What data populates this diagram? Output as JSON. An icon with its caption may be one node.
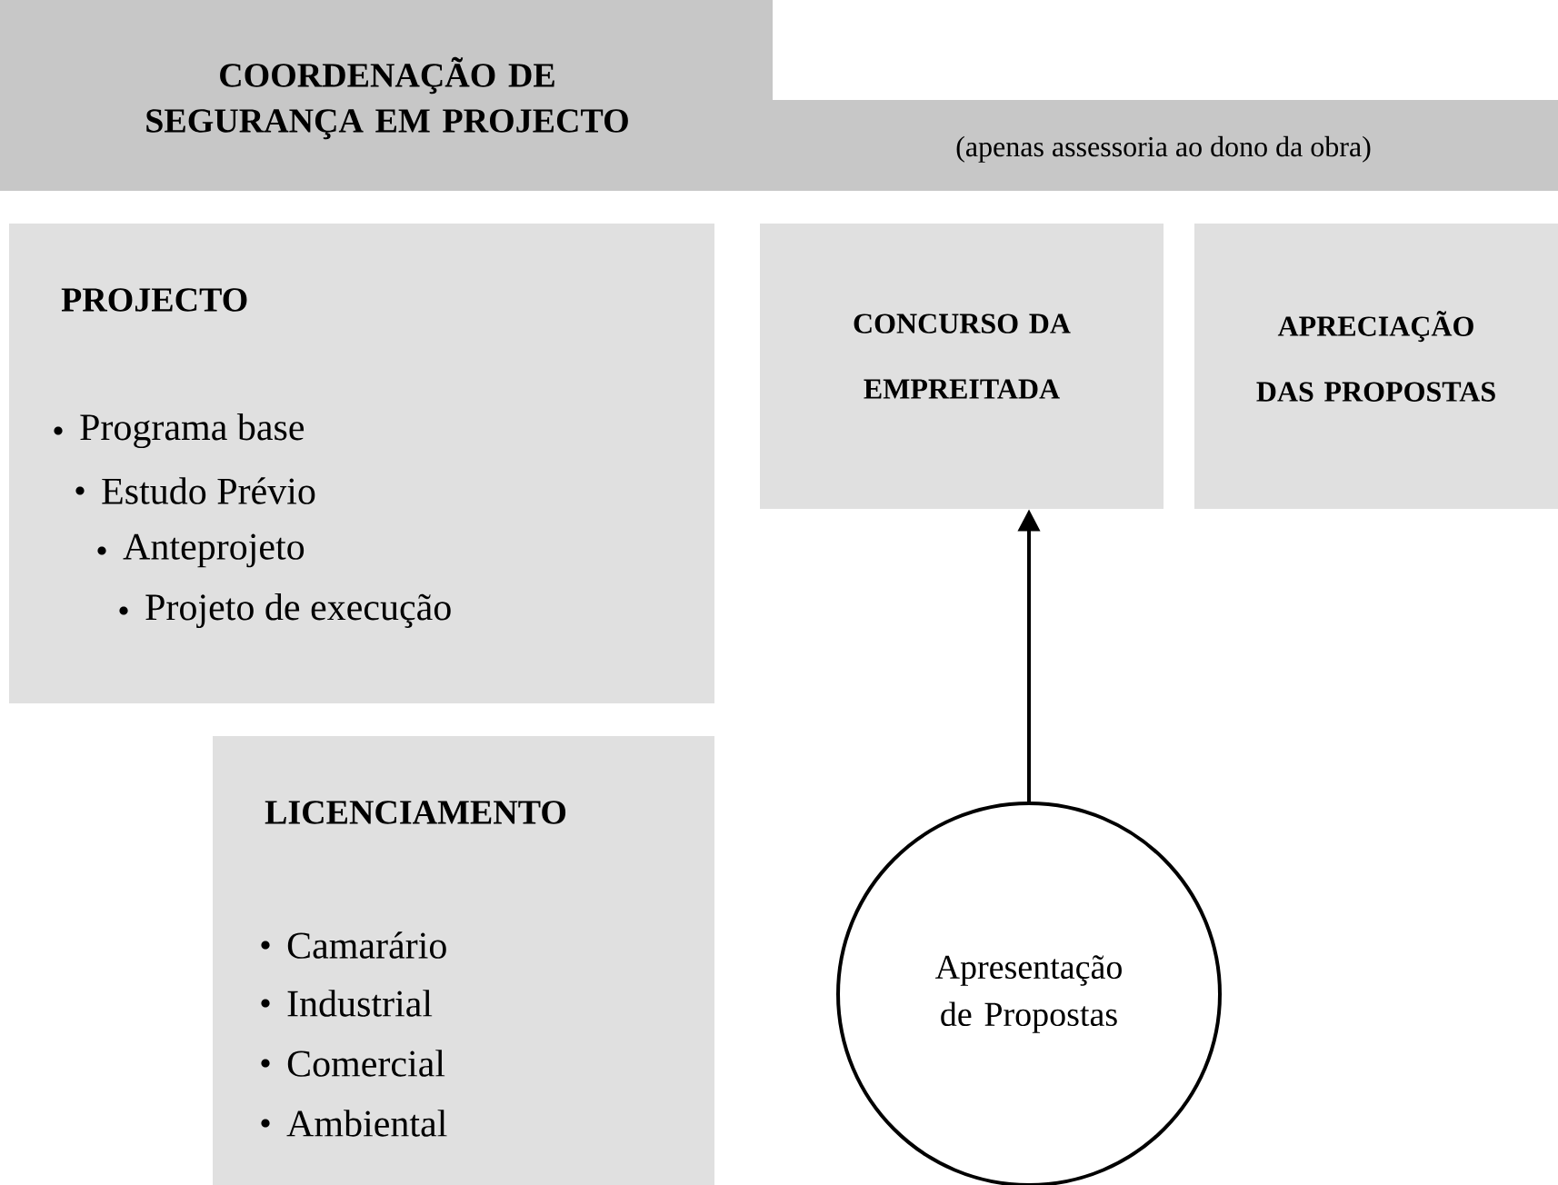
{
  "diagram": {
    "nodes": [
      {
        "text": [
          "COORDENAÇÃO DE SEGURANÇA EM PROJECTO",
          "(apenas assessoria ao dono da obra)"
        ]
      },
      {
        "text": [
          "PROJECTO",
          "Programa base",
          "Estudo Prévio",
          "Anteprojeto",
          "Projeto de execução"
        ]
      },
      {
        "text": [
          "LICENCIAMENTO",
          "Camarário",
          "Industrial",
          "Comercial",
          "Ambiental"
        ]
      },
      {
        "text": [
          "CONCURSO DA EMPREITADA"
        ]
      },
      {
        "text": [
          "APRECIAÇÃO DAS PROPOSTAS"
        ]
      },
      {
        "text": [
          "Apresentação de Propostas"
        ]
      }
    ],
    "edges": [
      {
        "from": 5,
        "to": 3,
        "arrow": "to"
      }
    ]
  }
}
